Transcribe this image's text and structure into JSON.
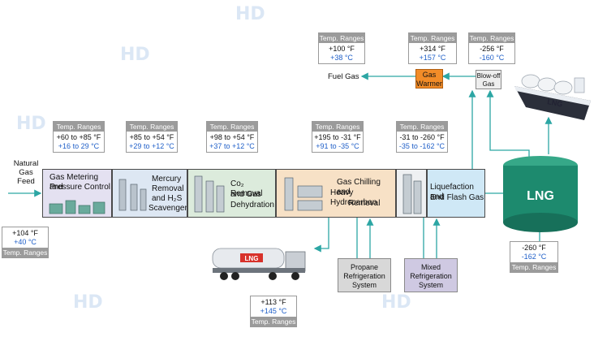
{
  "feed": {
    "line1": "Natural",
    "line2": "Gas",
    "line3": "Feed"
  },
  "feed_temp": {
    "f": "+104 °F",
    "c": "+40 °C",
    "footer": "Temp. Ranges"
  },
  "stages": [
    {
      "header": "Temp. Ranges",
      "f": "+60 to +85 °F",
      "c": "+16 to 29 °C",
      "label1": "Gas Metering and",
      "label2": "Pressure Control"
    },
    {
      "header": "Temp. Ranges",
      "f": "+85 to +54 °F",
      "c": "+29 to +12 °C",
      "label1": "Mercury",
      "label2": "Removal",
      "label3": "and H₂S",
      "label4": "Scavenger"
    },
    {
      "header": "Temp. Ranges",
      "f": "+98 to +54 °F",
      "c": "+37 to +12 °C",
      "label1": "Co₂ Removal",
      "label2": "and Gas",
      "label3": "Dehydration"
    },
    {
      "header": "Temp. Ranges",
      "f": "+195 to -31 °F",
      "c": "+91 to -35 °C",
      "label1": "Gas Chilling and",
      "label2": "Heavy Hydrocarbon",
      "label3": "Removal"
    },
    {
      "header": "Temp. Ranges",
      "f": "-31 to -260 °F",
      "c": "-35 to -162 °C",
      "label1": "Liquefaction and",
      "label2": "End Flash Gas"
    }
  ],
  "top_temps": [
    {
      "header": "Temp. Ranges",
      "f": "+100 °F",
      "c": "+38 °C"
    },
    {
      "header": "Temp. Ranges",
      "f": "+314 °F",
      "c": "+157 °C"
    },
    {
      "header": "Temp. Ranges",
      "f": "-256 °F",
      "c": "-160 °C"
    }
  ],
  "fuel_gas": "Fuel Gas",
  "gas_warmer": {
    "line1": "Gas",
    "line2": "Warmer"
  },
  "blow_off": {
    "line1": "Blow-off",
    "line2": "Gas"
  },
  "tank": {
    "label": "LNG",
    "f": "-260 °F",
    "c": "-162 °C",
    "footer": "Temp. Ranges"
  },
  "ship_label": "LNG",
  "truck": {
    "label": "LNG",
    "f": "+113 °F",
    "c": "+145 °C",
    "footer": "Temp. Ranges"
  },
  "propane": {
    "line1": "Propane",
    "line2": "Refrigeration",
    "line3": "System"
  },
  "mixed": {
    "line1": "Mixed",
    "line2": "Refrigeration",
    "line3": "System"
  },
  "colors": {
    "arrow": "#2ca6a4",
    "warmer": "#f28c28",
    "tank": "#1d8a6e",
    "temp_c": "#1f5fc8"
  }
}
